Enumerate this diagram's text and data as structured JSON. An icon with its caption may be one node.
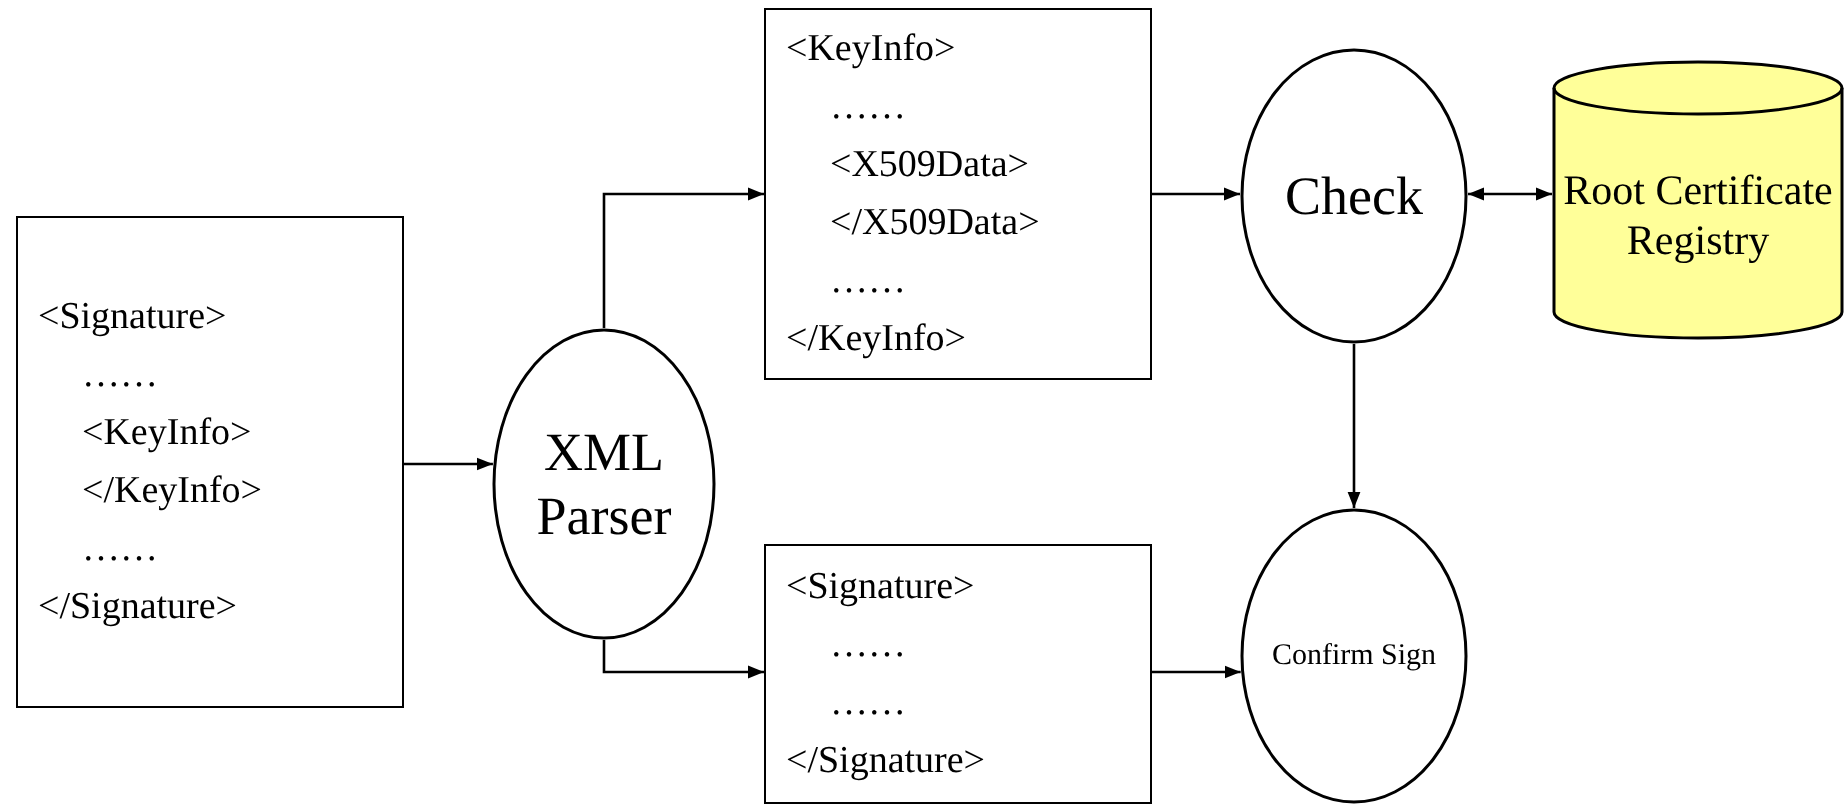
{
  "diagram": {
    "nodes": [
      {
        "text": [
          "<Signature>",
          "……",
          "<KeyInfo>",
          "</KeyInfo>",
          "……",
          "</Signature>"
        ]
      },
      {
        "text": [
          "XML Parser"
        ]
      },
      {
        "text": [
          "<KeyInfo>",
          "……",
          "<X509Data>",
          "</X509Data>",
          "……",
          "</KeyInfo>"
        ]
      },
      {
        "text": [
          "<Signature>",
          "……",
          "……",
          "</Signature>"
        ]
      },
      {
        "text": [
          "Check"
        ]
      },
      {
        "text": [
          "Confirm Sign"
        ]
      },
      {
        "text": [
          "Root Certificate Registry"
        ]
      }
    ],
    "edges": [
      {
        "from": 0,
        "to": 1,
        "arrow": "to"
      },
      {
        "from": 1,
        "to": 2,
        "arrow": "to"
      },
      {
        "from": 1,
        "to": 3,
        "arrow": "to"
      },
      {
        "from": 2,
        "to": 4,
        "arrow": "to"
      },
      {
        "from": 4,
        "to": 6,
        "arrow": "both"
      },
      {
        "from": 4,
        "to": 5,
        "arrow": "to"
      },
      {
        "from": 3,
        "to": 5,
        "arrow": "to"
      }
    ]
  }
}
